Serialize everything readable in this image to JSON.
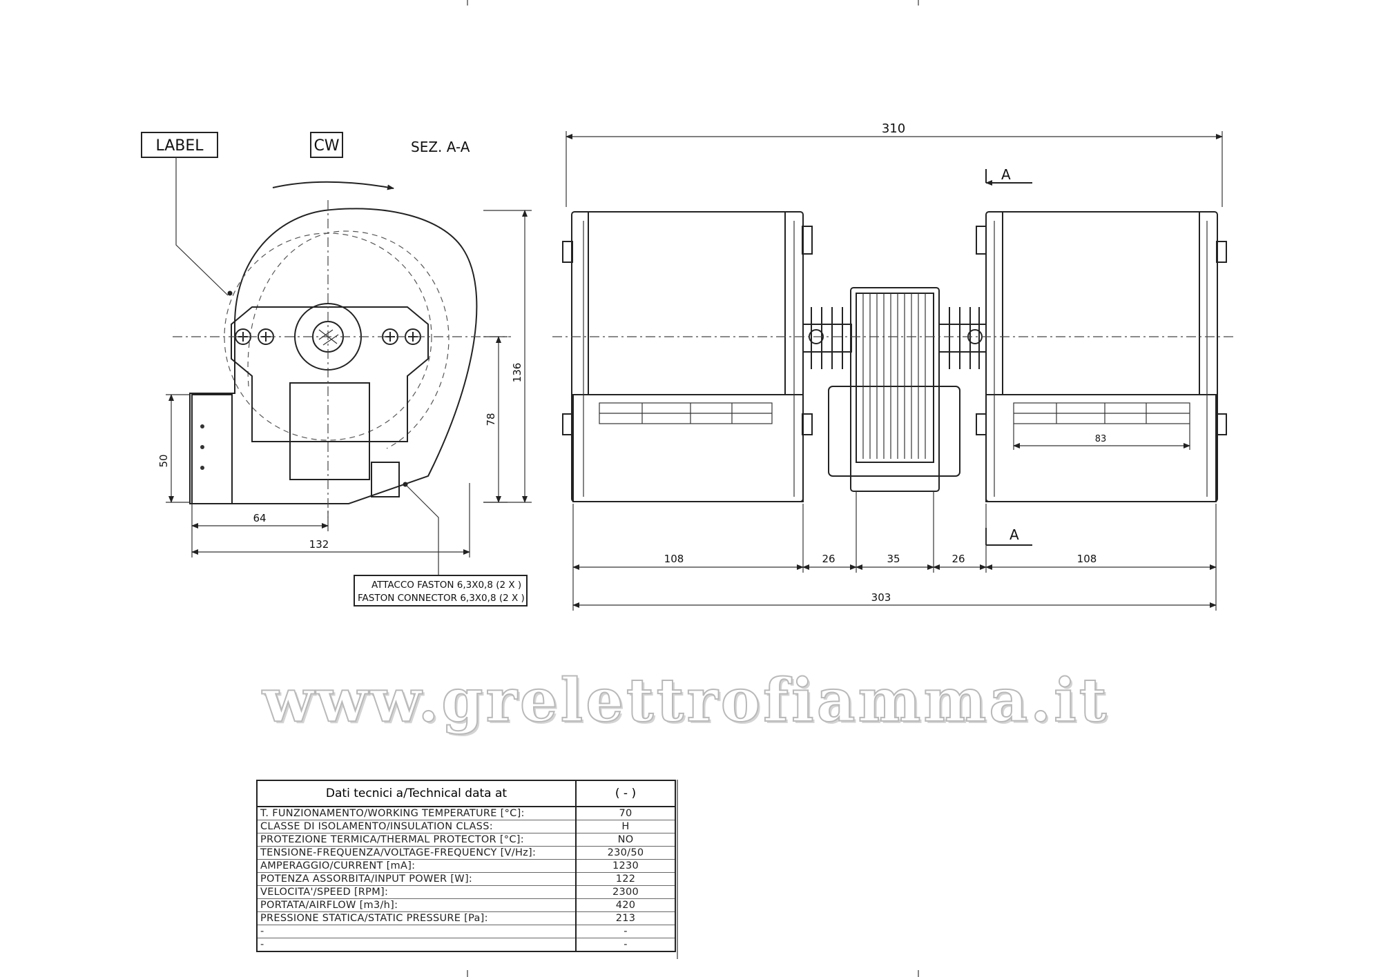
{
  "labels": {
    "label_box": "LABEL",
    "rotation_box": "CW",
    "section_title": "SEZ. A-A",
    "section_marker_top": "A",
    "section_marker_bottom": "A"
  },
  "dimensions": {
    "side_width_64": "64",
    "side_width_132": "132",
    "side_height_50": "50",
    "side_height_78": "78",
    "side_height_136": "136",
    "overall_310": "310",
    "overall_303": "303",
    "segment_left_108": "108",
    "segment_gap_left_26": "26",
    "segment_motor_35": "35",
    "segment_gap_right_26": "26",
    "segment_right_108": "108",
    "outlet_83": "83"
  },
  "connector_note": {
    "line1": "ATTACCO FASTON 6,3X0,8 (2 X )",
    "line2": "FASTON CONNECTOR 6,3X0,8 (2 X )"
  },
  "watermark": "www.grelettrofiamma.it",
  "table": {
    "header_label": "Dati tecnici a/Technical data at",
    "header_value": "( - )",
    "rows": [
      {
        "label": "T. FUNZIONAMENTO/WORKING TEMPERATURE [°C]:",
        "value": "70"
      },
      {
        "label": "CLASSE DI ISOLAMENTO/INSULATION CLASS:",
        "value": "H"
      },
      {
        "label": "PROTEZIONE TERMICA/THERMAL PROTECTOR [°C]:",
        "value": "NO"
      },
      {
        "label": "TENSIONE-FREQUENZA/VOLTAGE-FREQUENCY [V/Hz]:",
        "value": "230/50"
      },
      {
        "label": "AMPERAGGIO/CURRENT [mA]:",
        "value": "1230"
      },
      {
        "label": "POTENZA ASSORBITA/INPUT POWER [W]:",
        "value": "122"
      },
      {
        "label": "VELOCITA'/SPEED [RPM]:",
        "value": "2300"
      },
      {
        "label": "PORTATA/AIRFLOW [m3/h]:",
        "value": "420"
      },
      {
        "label": "PRESSIONE STATICA/STATIC PRESSURE [Pa]:",
        "value": "213"
      },
      {
        "label": "-",
        "value": "-"
      },
      {
        "label": "-",
        "value": "-"
      }
    ]
  }
}
